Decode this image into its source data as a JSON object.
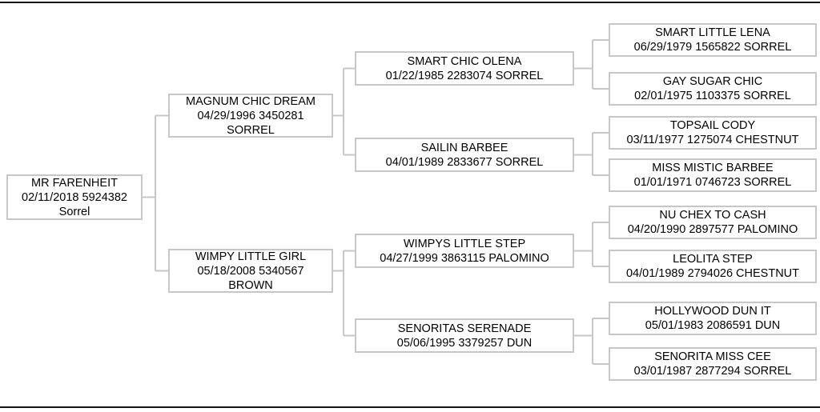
{
  "pedigree": {
    "root": {
      "name": "MR FARENHEIT",
      "info": "02/11/2018 5924382",
      "color": "Sorrel"
    },
    "gen2": [
      {
        "role": "sire",
        "name": "MAGNUM CHIC DREAM",
        "info": "04/29/1996 3450281",
        "color": "SORREL"
      },
      {
        "role": "dam",
        "name": "WIMPY LITTLE GIRL",
        "info": "05/18/2008 5340567",
        "color": "BROWN"
      }
    ],
    "gen3": [
      {
        "role": "paternal-grandsire",
        "name": "SMART CHIC OLENA",
        "info": "01/22/1985 2283074 SORREL"
      },
      {
        "role": "paternal-granddam",
        "name": "SAILIN BARBEE",
        "info": "04/01/1989 2833677 SORREL"
      },
      {
        "role": "maternal-grandsire",
        "name": "WIMPYS LITTLE STEP",
        "info": "04/27/1999 3863115 PALOMINO"
      },
      {
        "role": "maternal-granddam",
        "name": "SENORITAS SERENADE",
        "info": "05/06/1995 3379257 DUN"
      }
    ],
    "gen4": [
      {
        "name": "SMART LITTLE LENA",
        "info": "06/29/1979 1565822 SORREL"
      },
      {
        "name": "GAY SUGAR CHIC",
        "info": "02/01/1975 1103375 SORREL"
      },
      {
        "name": "TOPSAIL CODY",
        "info": "03/11/1977 1275074 CHESTNUT"
      },
      {
        "name": "MISS MISTIC BARBEE",
        "info": "01/01/1971 0746723 SORREL"
      },
      {
        "name": "NU CHEX TO CASH",
        "info": "04/20/1990 2897577 PALOMINO"
      },
      {
        "name": "LEOLITA STEP",
        "info": "04/01/1989 2794026 CHESTNUT"
      },
      {
        "name": "HOLLYWOOD DUN IT",
        "info": "05/01/1983 2086591 DUN"
      },
      {
        "name": "SENORITA MISS CEE",
        "info": "03/01/1987 2877294 SORREL"
      }
    ]
  },
  "colors": {
    "box_border": "#c7c7c7",
    "connector": "#c7c7c7",
    "page_rule": "#141414",
    "text": "#000000"
  }
}
